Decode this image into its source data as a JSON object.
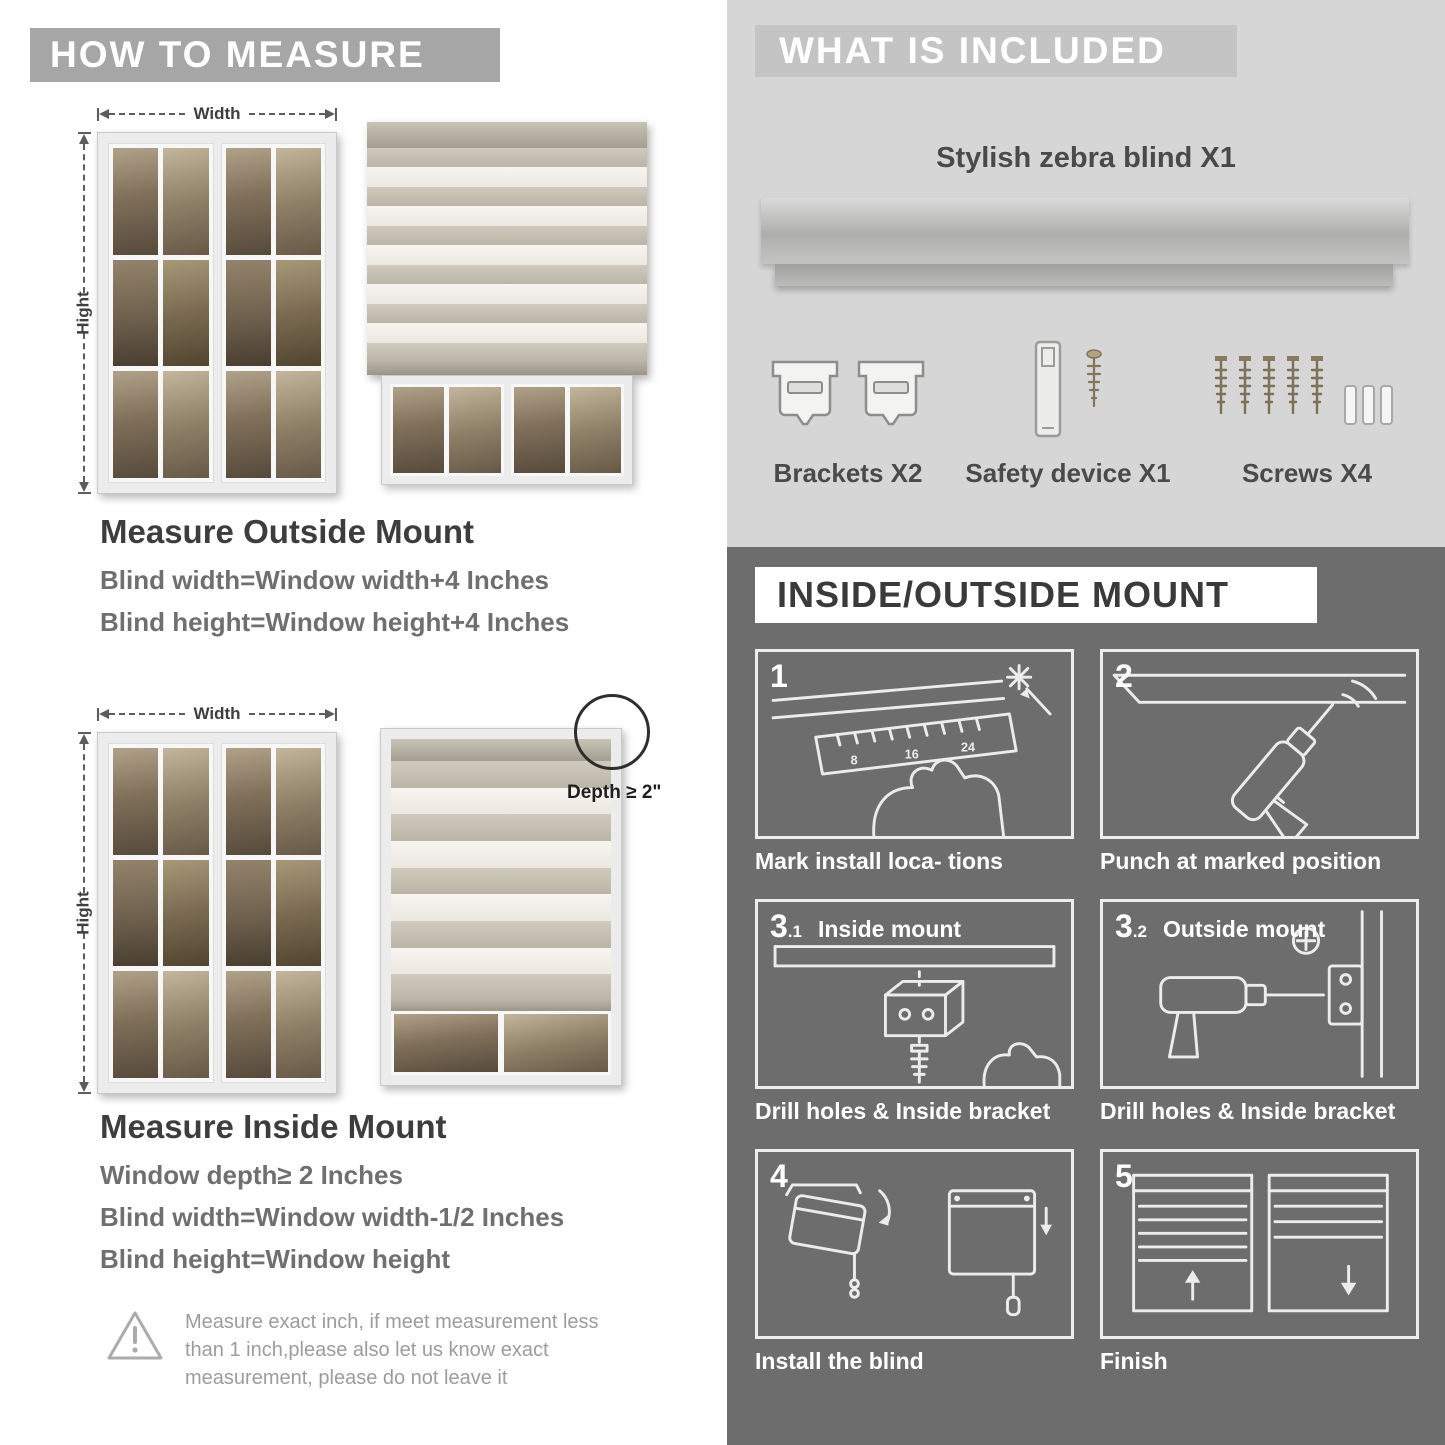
{
  "measure": {
    "header": "HOW TO MEASURE",
    "width_label": "Width",
    "height_label": "Hight",
    "outside": {
      "title": "Measure Outside Mount",
      "lines": [
        "Blind width=Window width+4 Inches",
        "Blind height=Window height+4 Inches"
      ]
    },
    "inside": {
      "title": "Measure Inside Mount",
      "depth_note": "Depth ≥ 2\"",
      "lines": [
        "Window depth≥ 2 Inches",
        "Blind width=Window width-1/2 Inches",
        "Blind height=Window height"
      ]
    },
    "warning": "Measure exact inch, if meet measurement less than 1 inch,please also let us know exact measurement, please do not leave it"
  },
  "included": {
    "header": "WHAT IS INCLUDED",
    "product": "Stylish zebra blind X1",
    "items": [
      "Brackets X2",
      "Safety device X1",
      "Screws X4"
    ]
  },
  "mount": {
    "header": "INSIDE/OUTSIDE MOUNT",
    "steps": [
      {
        "num": "1",
        "sub": "",
        "label": "",
        "caption": "Mark install loca- tions"
      },
      {
        "num": "2",
        "sub": "",
        "label": "",
        "caption": "Punch at  marked position"
      },
      {
        "num": "3",
        "sub": ".1",
        "label": "Inside mount",
        "caption": "Drill holes &  Inside bracket"
      },
      {
        "num": "3",
        "sub": ".2",
        "label": "Outside mount",
        "caption": "Drill holes &  Inside bracket"
      },
      {
        "num": "4",
        "sub": "",
        "label": "",
        "caption": "Install the blind"
      },
      {
        "num": "5",
        "sub": "",
        "label": "",
        "caption": "Finish"
      }
    ]
  }
}
